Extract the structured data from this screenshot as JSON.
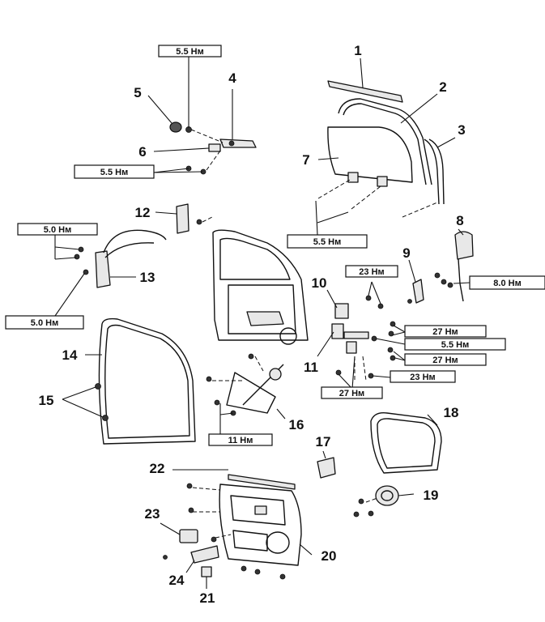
{
  "torque_units": "Нм",
  "torque_labels": [
    {
      "id": "t1",
      "value": "5.5"
    },
    {
      "id": "t2",
      "value": "5.5"
    },
    {
      "id": "t3",
      "value": "5.0"
    },
    {
      "id": "t4",
      "value": "5.0"
    },
    {
      "id": "t5",
      "value": "5.5"
    },
    {
      "id": "t6",
      "value": "8.0"
    },
    {
      "id": "t7",
      "value": "23"
    },
    {
      "id": "t8",
      "value": "27"
    },
    {
      "id": "t9",
      "value": "5.5"
    },
    {
      "id": "t10",
      "value": "27"
    },
    {
      "id": "t11",
      "value": "23"
    },
    {
      "id": "t12",
      "value": "27"
    },
    {
      "id": "t13",
      "value": "11"
    }
  ],
  "callouts": [
    "1",
    "2",
    "3",
    "4",
    "5",
    "6",
    "7",
    "8",
    "9",
    "10",
    "11",
    "12",
    "13",
    "14",
    "15",
    "16",
    "17",
    "18",
    "19",
    "20",
    "21",
    "22",
    "23",
    "24"
  ]
}
